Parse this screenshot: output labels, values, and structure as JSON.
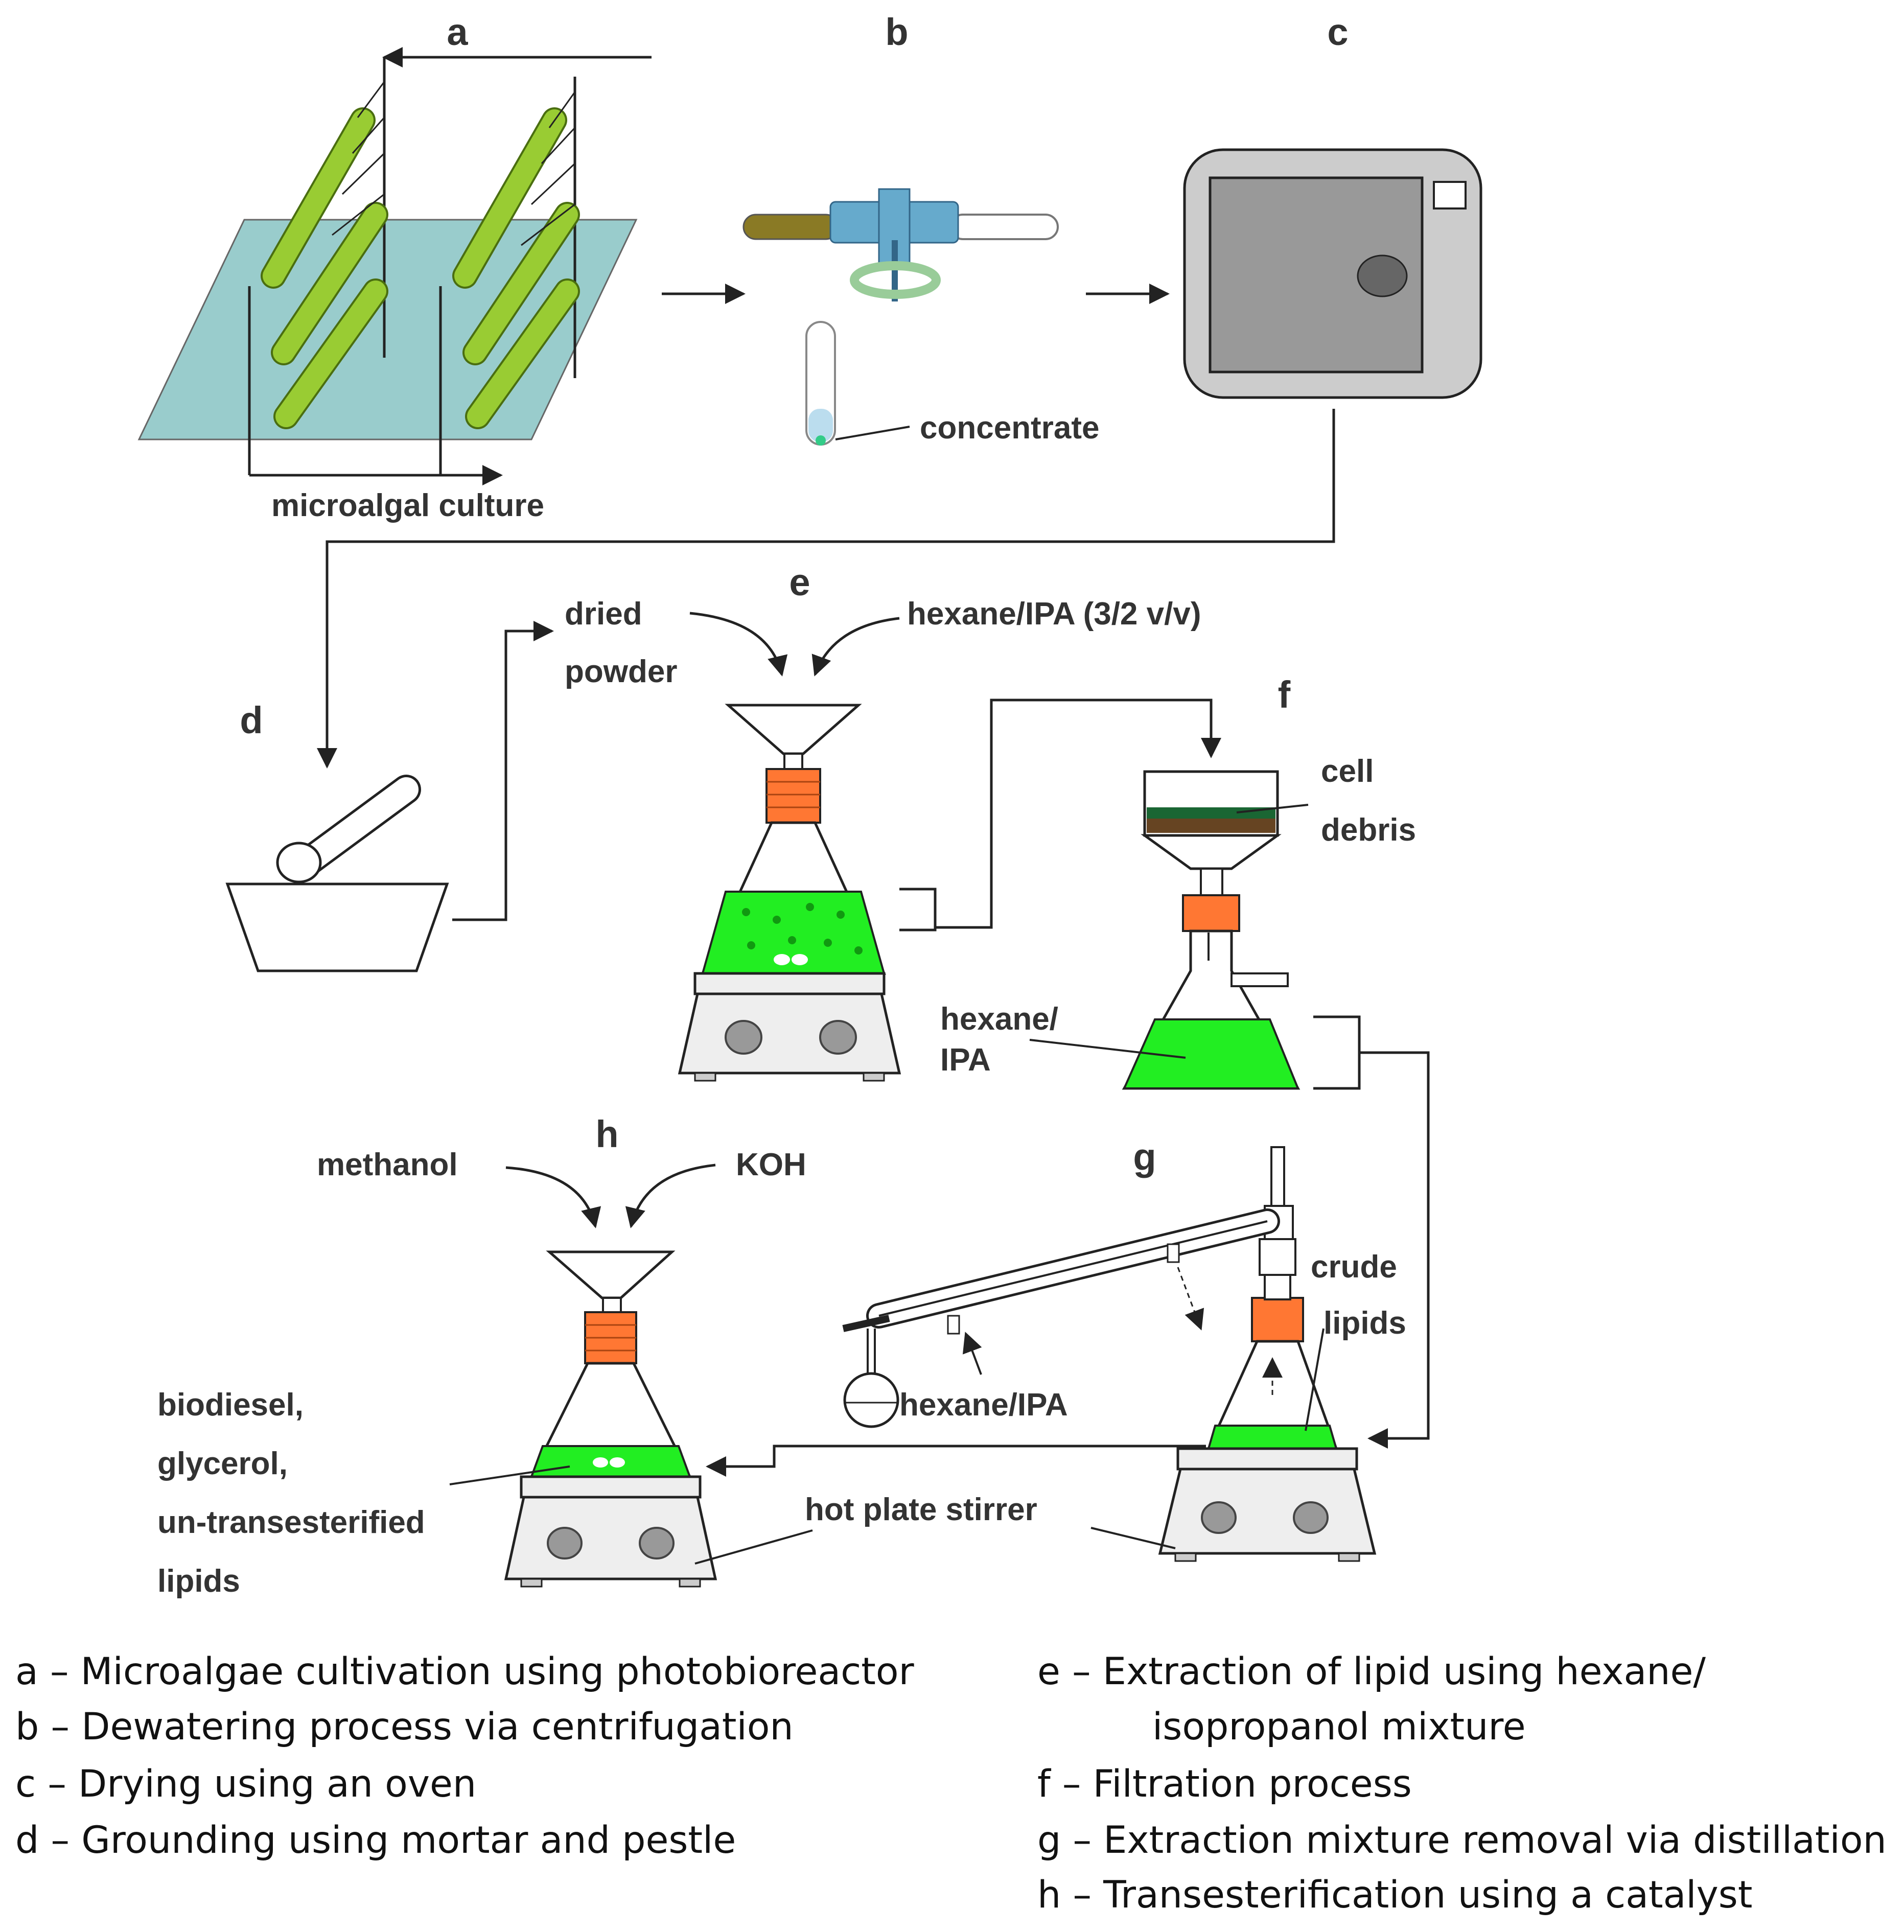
{
  "steps": {
    "a": "a",
    "b": "b",
    "c": "c",
    "d": "d",
    "e": "e",
    "f": "f",
    "g": "g",
    "h": "h"
  },
  "labels": {
    "microalgal_culture": "microalgal culture",
    "concentrate": "concentrate",
    "dried": "dried",
    "powder": "powder",
    "hexane_ipa_ratio": "hexane/IPA (3/2 v/v)",
    "cell": "cell",
    "debris": "debris",
    "hexane_slash": "hexane/",
    "ipa": "IPA",
    "methanol": "methanol",
    "koh": "KOH",
    "crude": "crude",
    "lipids_crude": "lipids",
    "hexane_ipa_distill": "hexane/IPA",
    "biodiesel": "biodiesel,",
    "glycerol": "glycerol,",
    "untransesterified": "un-transesterified",
    "lipids_product": "lipids",
    "hot_plate_stirrer": "hot plate stirrer"
  },
  "legend": [
    "a – Microalgae cultivation using photobioreactor",
    "b – Dewatering process via centrifugation",
    "c – Drying using an oven",
    "d – Grounding using mortar and pestle",
    "e – Extraction of lipid using hexane/",
    "isopropanol mixture",
    "f – Filtration process",
    "g – Extraction mixture removal via distillation",
    "h – Transesterification using a catalyst"
  ],
  "colors": {
    "algae_green": "#99cc33",
    "solution_green": "#22ee22",
    "stopper_orange": "#ff7733",
    "plate_blue": "#99cccc",
    "oven_gray": "#cccccc",
    "line": "#333333"
  }
}
